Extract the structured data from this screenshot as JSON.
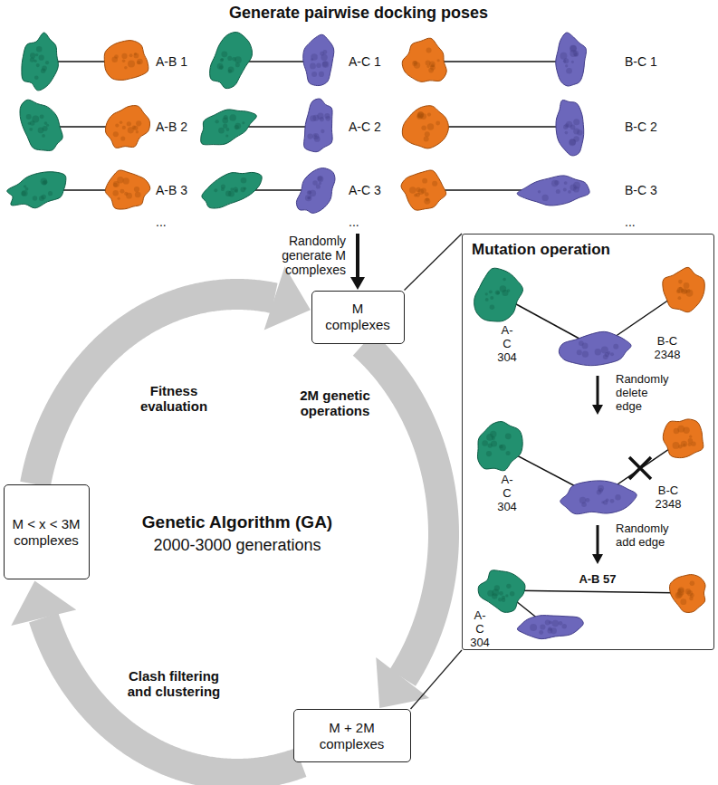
{
  "diagram": {
    "title": "Generate pairwise docking poses",
    "nodes": [
      {
        "text": [
          "M complexes"
        ]
      },
      {
        "text": [
          "M < x < 3M complexes"
        ]
      },
      {
        "text": [
          "M + 2M complexes"
        ]
      },
      {
        "text": [
          "Mutation operation"
        ]
      }
    ],
    "edges": [
      {
        "from": 0,
        "to": 2,
        "arrow": "to",
        "label": "2M genetic operations"
      },
      {
        "from": 2,
        "to": 1,
        "arrow": "to",
        "label": "Clash filtering and clustering"
      },
      {
        "from": 1,
        "to": 0,
        "arrow": "to",
        "label": "Fitness evaluation"
      },
      {
        "from": 0,
        "to": 3,
        "arrow": "none"
      },
      {
        "from": 2,
        "to": 3,
        "arrow": "none"
      }
    ],
    "labels": [
      "A-B 1",
      "A-C 1",
      "B-C 1",
      "A-B 2",
      "A-C 2",
      "B-C 2",
      "A-B 3",
      "A-C 3",
      "B-C 3",
      "...",
      "...",
      "...",
      "Randomly generate M complexes",
      "Genetic Algorithm (GA)",
      "2000-3000 generations",
      "A-C 304",
      "B-C 2348",
      "Randomly delete edge",
      "A-C 304",
      "B-C 2348",
      "Randomly add edge",
      "A-C 304",
      "A-B 57"
    ]
  }
}
